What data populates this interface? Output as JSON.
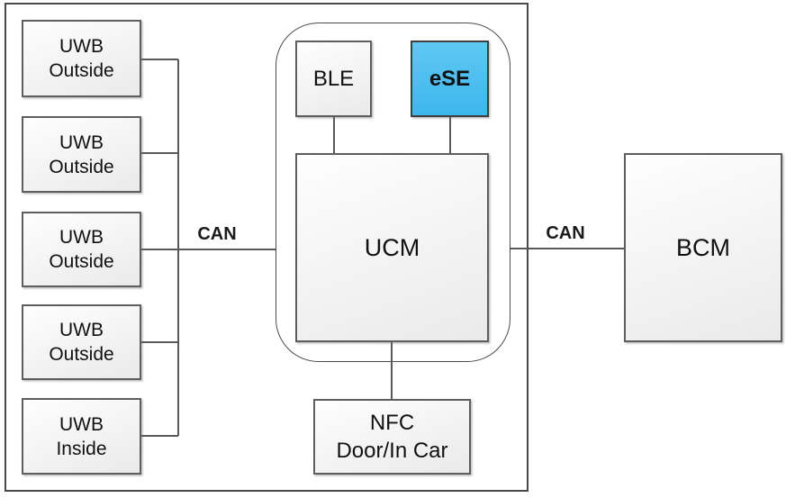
{
  "nodes": {
    "uwb": [
      {
        "line1": "UWB",
        "line2": "Outside"
      },
      {
        "line1": "UWB",
        "line2": "Outside"
      },
      {
        "line1": "UWB",
        "line2": "Outside"
      },
      {
        "line1": "UWB",
        "line2": "Outside"
      },
      {
        "line1": "UWB",
        "line2": "Inside"
      }
    ],
    "ble": {
      "label": "BLE"
    },
    "ese": {
      "label": "eSE"
    },
    "ucm": {
      "label": "UCM"
    },
    "nfc": {
      "line1": "NFC",
      "line2": "Door/In Car"
    },
    "bcm": {
      "label": "BCM"
    }
  },
  "edge_labels": {
    "uwb_can": "CAN",
    "bcm_can": "CAN"
  },
  "connections": [
    "UWB Outside x4 + UWB Inside -> vertical bus -> UCM (CAN)",
    "BLE -> UCM",
    "eSE -> UCM",
    "UCM -> NFC Door/In Car",
    "UCM -> BCM (CAN)"
  ],
  "colors": {
    "ese_fill_top": "#5fc8f3",
    "ese_fill_bottom": "#3db6ec",
    "box_fill_top": "#fefefe",
    "box_fill_bottom": "#eaeaea",
    "line": "#595959",
    "text": "#111111"
  }
}
